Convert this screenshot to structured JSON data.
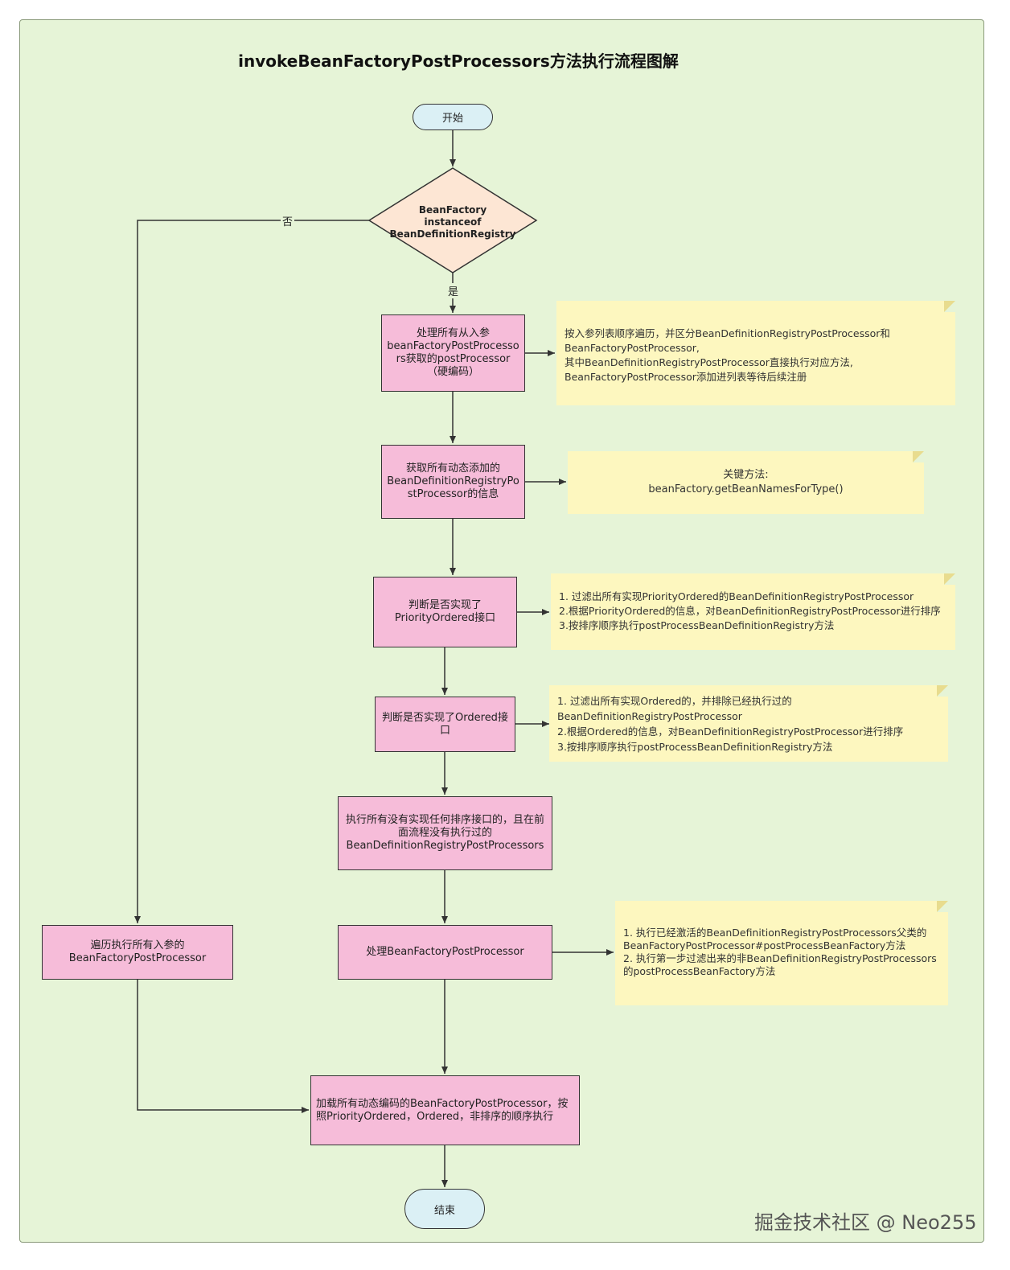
{
  "title": "invokeBeanFactoryPostProcessors方法执行流程图解",
  "nodes": {
    "start": "开始",
    "decision": [
      "BeanFactory",
      "instanceof",
      "BeanDefinitionRegistry"
    ],
    "step1": [
      "处理所有从入参",
      "beanFactoryPostProcesso",
      "rs获取的postProcessor",
      "（硬编码）"
    ],
    "step2": [
      "获取所有动态添加的",
      "BeanDefinitionRegistryPo",
      "stProcessor的信息"
    ],
    "step3": [
      "判断是否实现了",
      "PriorityOrdered接口"
    ],
    "step4": [
      "判断是否实现了Ordered接",
      "口"
    ],
    "step5": [
      "执行所有没有实现任何排序接口的，且在前",
      "面流程没有执行过的",
      "BeanDefinitionRegistryPostProcessors"
    ],
    "step6": "处理BeanFactoryPostProcessor",
    "left_step": [
      "遍历执行所有入参的",
      "BeanFactoryPostProcessor"
    ],
    "final_step": [
      "加载所有动态编码的BeanFactoryPostProcessor，按",
      "照PriorityOrdered，Ordered，非排序的顺序执行"
    ],
    "end": "结束"
  },
  "edge_labels": {
    "no": "否",
    "yes": "是"
  },
  "notes": {
    "note1": [
      "按入参列表顺序遍历，并区分BeanDefinitionRegistryPostProcessor和",
      "BeanFactoryPostProcessor,",
      "其中BeanDefinitionRegistryPostProcessor直接执行对应方法,",
      "BeanFactoryPostProcessor添加进列表等待后续注册"
    ],
    "note2": [
      "关键方法:",
      "beanFactory.getBeanNamesForType()"
    ],
    "note3": [
      "1. 过滤出所有实现PriorityOrdered的BeanDefinitionRegistryPostProcessor",
      "2.根据PriorityOrdered的信息，对BeanDefinitionRegistryPostProcessor进行排序",
      "3.按排序顺序执行postProcessBeanDefinitionRegistry方法"
    ],
    "note4": [
      "1. 过滤出所有实现Ordered的，并排除已经执行过的",
      "BeanDefinitionRegistryPostProcessor",
      "2.根据Ordered的信息，对BeanDefinitionRegistryPostProcessor进行排序",
      "3.按排序顺序执行postProcessBeanDefinitionRegistry方法"
    ],
    "note5": [
      "1. 执行已经激活的BeanDefinitionRegistryPostProcessors父类的",
      "BeanFactoryPostProcessor#postProcessBeanFactory方法",
      "2. 执行第一步过滤出来的非BeanDefinitionRegistryPostProcessors",
      "的postProcessBeanFactory方法"
    ]
  },
  "footer": "掘金技术社区 @ Neo255",
  "colors": {
    "canvas": "#e6f4d7",
    "process": "#f6bcd9",
    "terminal": "#dbf0f5",
    "decision": "#fde6d4",
    "note": "#fdf7bf"
  }
}
